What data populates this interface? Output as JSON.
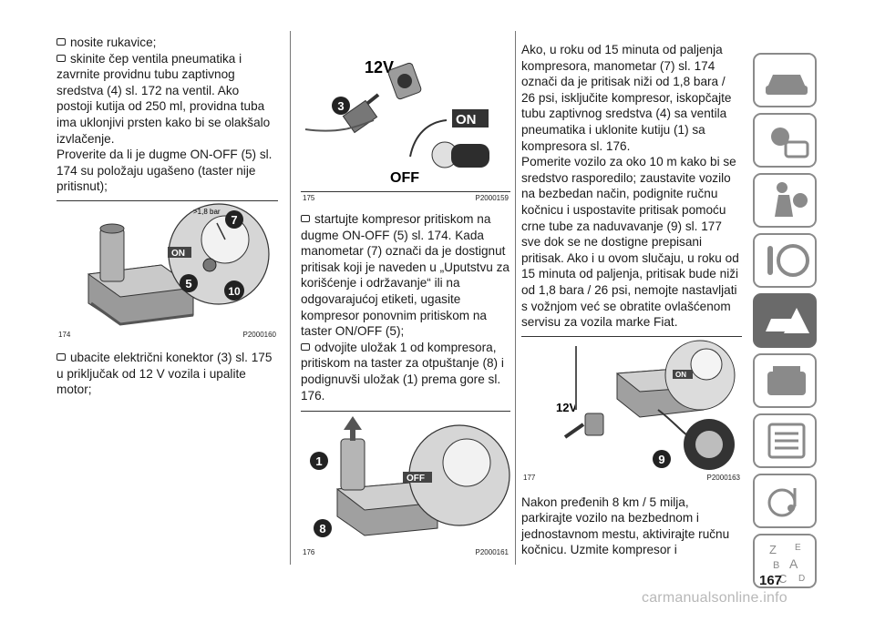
{
  "col1": {
    "bullet1": "nosite rukavice;",
    "bullet2": "skinite čep ventila pneumatika i zavrnite providnu tubu zaptivnog sredstva (4) sl. 172 na ventil. Ako postoji kutija od 250 ml, providna tuba ima uklonjivi prsten kako bi se olakšalo izvlačenje.",
    "para1": "Proverite da li je dugme ON-OFF (5) sl. 174 su položaju ugašeno (taster nije pritisnut);",
    "fig": {
      "number": "174",
      "code": "P2000160",
      "gauge_label": ">1,8 bar",
      "on_label": "ON",
      "callouts": [
        "7",
        "5",
        "10"
      ]
    },
    "bullet3": "ubacite električni konektor (3) sl. 175 u priključak od 12 V vozila i upalite motor;"
  },
  "col2": {
    "fig1": {
      "number": "175",
      "code": "P2000159",
      "socket_label": "12V",
      "on_label": "ON",
      "off_label": "OFF",
      "callout": "3"
    },
    "bullet1": "startujte kompresor pritiskom na dugme ON-OFF (5) sl. 174. Kada manometar (7) označi da je dostignut pritisak koji je naveden u „Uputstvu za korišćenje i održavanje“ ili na odgovarajućoj etiketi, ugasite kompresor ponovnim pritiskom na taster ON/OFF (5);",
    "bullet2": "odvojite uložak 1 od kompresora, pritiskom na taster za otpuštanje (8) i podignuvši uložak (1) prema gore sl. 176.",
    "fig2": {
      "number": "176",
      "code": "P2000161",
      "off_label": "OFF",
      "callouts": [
        "1",
        "8"
      ]
    }
  },
  "col3": {
    "para1": "Ako, u roku od 15 minuta od paljenja kompresora, manometar (7) sl. 174 označi da je pritisak niži od 1,8 bara / 26 psi, isključite kompresor, iskopčajte tubu zaptivnog sredstva (4) sa ventila pneumatika i uklonite kutiju (1) sa kompresora sl. 176.",
    "para2": "Pomerite vozilo za oko 10 m kako bi se sredstvo rasporedilo; zaustavite vozilo na bezbedan način, podignite ručnu kočnicu i uspostavite pritisak pomoću crne tube za naduvavanje (9) sl. 177 sve dok se ne dostigne prepisani pritisak. Ako i u ovom slučaju, u roku od 15 minuta od paljenja, pritisak bude niži od 1,8 bara / 26 psi, nemojte nastavljati s vožnjom već se obratite ovlašćenom servisu za vozila marke Fiat.",
    "fig": {
      "number": "177",
      "code": "P2000163",
      "socket_label": "12V",
      "on_label": "ON",
      "callout": "9"
    },
    "para3": "Nakon pređenih 8 km / 5 milja, parkirajte vozilo na bezbednom i jednostavnom mestu, aktivirajte ručnu kočnicu. Uzmite kompresor i"
  },
  "page_number": "167",
  "watermark": "carmanualsonline.info",
  "side_tabs": [
    {
      "icon": "car-dashboard-icon"
    },
    {
      "icon": "warning-lights-icon"
    },
    {
      "icon": "seat-airbag-icon"
    },
    {
      "icon": "steering-key-icon"
    },
    {
      "icon": "breakdown-car-icon",
      "active": true
    },
    {
      "icon": "maintenance-icon"
    },
    {
      "icon": "specifications-icon"
    },
    {
      "icon": "multimedia-icon"
    },
    {
      "icon": "index-icon"
    }
  ],
  "index_tab_letters": [
    "Z",
    "E",
    "B",
    "A",
    "C",
    "D"
  ],
  "colors": {
    "text": "#1a1a1a",
    "tab_border": "#8a8a8a",
    "tab_active": "#6a6a6a",
    "watermark": "#b8b8b8"
  }
}
